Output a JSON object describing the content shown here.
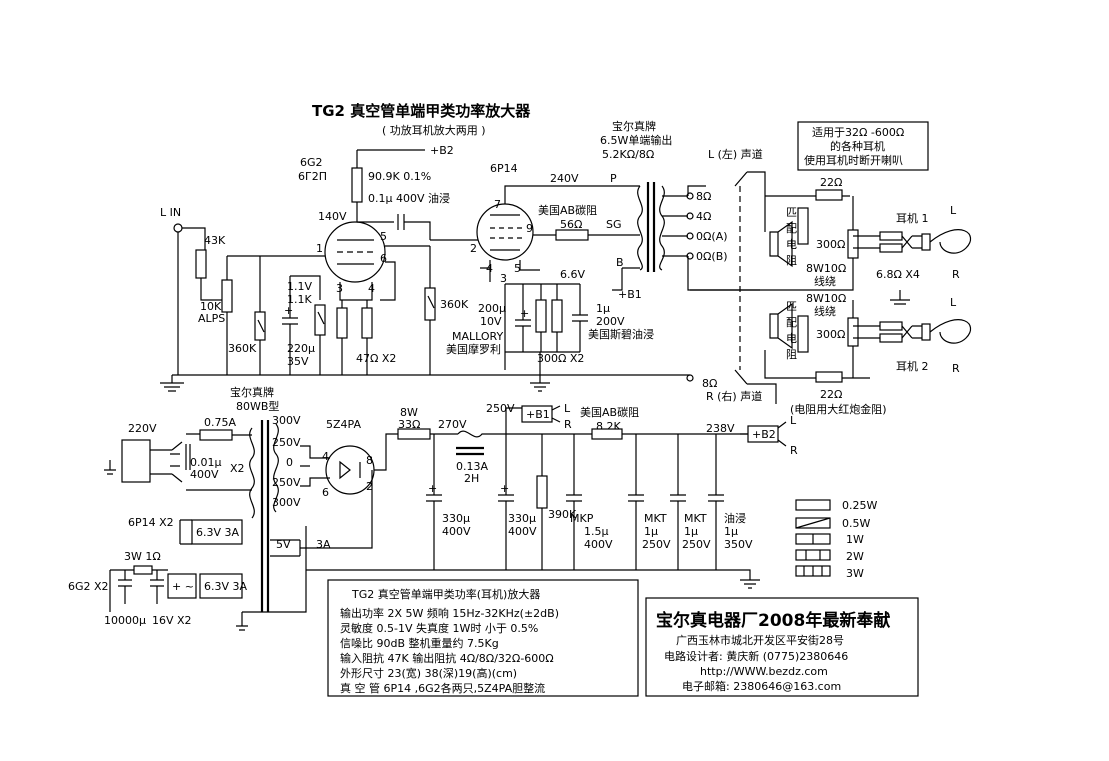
{
  "title": "TG2 真空管单端甲类功率放大器",
  "subtitle": "( 功放耳机放大两用 )",
  "input": {
    "label": "L IN",
    "r_series": "43K",
    "pot": "10K",
    "pot_brand": "ALPS"
  },
  "driver": {
    "tube_code": "6G2",
    "tube_cyr": "6Г2П",
    "r_plate": "90.9K 0.1%",
    "c_couple": "0.1μ 400V 油浸",
    "v_plate": "140V",
    "b2": "+B2",
    "r_grid": "360K",
    "r_k1": "1.1V",
    "r_k2": "1.1K",
    "c_k1": "220μ",
    "c_k2": "35V",
    "r_heater": "47Ω X2",
    "r_grid2": "360K"
  },
  "output": {
    "tube": "6P14",
    "v_plate": "240V",
    "p_label": "P",
    "r_sg": "美国AB碳阻",
    "r_sg_val": "56Ω",
    "sg_label": "SG",
    "v_cathode": "6.6V",
    "c_k1": "200μ",
    "c_k2": "10V",
    "c_k3": "MALLORY",
    "c_k4": "美国摩罗利",
    "c_b1": "1μ",
    "c_b2": "200V",
    "c_b3": "美国斯碧油浸",
    "r_k": "300Ω X2",
    "b_label": "B",
    "b1": "+B1"
  },
  "transformer_out": {
    "line1": "宝尔真牌",
    "line2": "6.5W单端输出",
    "line3": "5.2KΩ/8Ω",
    "taps": [
      "8Ω",
      "4Ω",
      "0Ω(A)",
      "0Ω(B)"
    ]
  },
  "channels": {
    "left": "L (左) 声道",
    "right": "R (右) 声道",
    "match": [
      "匹",
      "配",
      "电",
      "阻"
    ],
    "r22": "22Ω",
    "r300": "300Ω",
    "wire1": "8W10Ω",
    "wire2": "线绕",
    "r68": "6.8Ω X4",
    "phones1": "耳机 1",
    "phones2": "耳机 2",
    "L": "L",
    "R": "R",
    "note": "(电阻用大红炮金阻)",
    "tap8": "8Ω"
  },
  "phones_box": [
    "适用于32Ω -600Ω",
    "的各种耳机",
    "使用耳机时断开喇叭"
  ],
  "power": {
    "trans1": "宝尔真牌",
    "trans2": "80WB型",
    "v220": "220V",
    "fuse": "0.75A",
    "c1": "0.01μ",
    "c2": "400V",
    "cx": "X2",
    "taps": [
      "300V",
      "250V",
      "0",
      "250V",
      "300V"
    ],
    "h1": "6.3V 3A",
    "h2": "5V",
    "h3": "3A",
    "h4": "6.3V 3A",
    "p14x2": "6P14 X2",
    "rect": "5Z4PA",
    "pins": [
      "4",
      "6",
      "8",
      "2"
    ],
    "r8w1": "8W",
    "r8w2": "33Ω",
    "v270": "270V",
    "choke1": "0.13A",
    "choke2": "2H",
    "c330a": "330μ",
    "c330b": "400V",
    "c330c": "330μ",
    "c330d": "400V",
    "r390": "390K",
    "mkp1": "MKP",
    "mkp2": "1.5μ",
    "mkp3": "400V",
    "mkt1": "MKT",
    "mkt2": "1μ",
    "mkt3": "250V",
    "mkt4": "MKT",
    "mkt5": "1μ",
    "mkt6": "250V",
    "oil1": "油浸",
    "oil2": "1μ",
    "oil3": "350V",
    "v250": "250V",
    "b1": "+B1",
    "ab": "美国AB碳阻",
    "r82": "8.2K",
    "v238": "238V",
    "b2": "+B2",
    "L": "L",
    "R": "R",
    "g2x2": "6G2 X2",
    "r3w": "3W 1Ω",
    "c10000": "10000μ",
    "c16v": "16V X2"
  },
  "legend": [
    "0.25W",
    "0.5W",
    "1W",
    "2W",
    "3W"
  ],
  "specs": {
    "title": "TG2 真空管单端甲类功率(耳机)放大器",
    "rows": [
      "输出功率    2X  5W   频响 15Hz-32KHz(±2dB)",
      "灵敏度    0.5-1V  失真度   1W时 小于 0.5%",
      "信噪比     90dB  整机重量约  7.5Kg",
      "输入阻抗     47K  输出阻抗 4Ω/8Ω/32Ω-600Ω",
      "外形尺寸      23(宽) 38(深)19(高)(cm)",
      "真 空 管      6P14 ,6G2各两只,5Z4PA胆整流"
    ]
  },
  "maker": {
    "name": "宝尔真电器厂2008年最新奉献",
    "address": "广西玉林市城北开发区平安街28号",
    "designer": "电路设计者: 黄庆新   (0775)2380646",
    "web": "http://WWW.bezdz.com",
    "email": "电子邮箱: 2380646@163.com"
  }
}
